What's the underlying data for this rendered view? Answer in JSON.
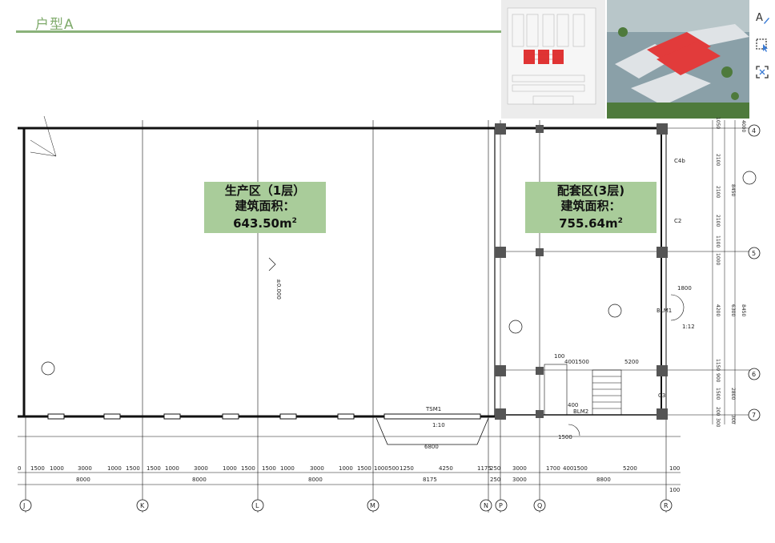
{
  "header": {
    "title": "户型A"
  },
  "zones": {
    "production": {
      "name": "生产区（1层）",
      "area_label": "建筑面积：643.50m",
      "area_sup": "2"
    },
    "support": {
      "name": "配套区(3层)",
      "area_label": "建筑面积：755.64m",
      "area_sup": "2"
    }
  },
  "axes": {
    "bottom": [
      "J",
      "K",
      "L",
      "M",
      "N",
      "P",
      "Q",
      "R"
    ],
    "right": [
      "4",
      "5",
      "6",
      "7"
    ]
  },
  "dimensions": {
    "bottom_detail": [
      "0",
      "1500",
      "1000",
      "3000",
      "1000",
      "1500",
      "1500",
      "1000",
      "3000",
      "1000",
      "1500",
      "1500",
      "1000",
      "3000",
      "1000",
      "1500",
      "1000",
      "500",
      "1250",
      "4250",
      "1175",
      "250",
      "3000",
      "1700",
      "400",
      "1500",
      "5200",
      "100"
    ],
    "bottom_bays": [
      "8000",
      "8000",
      "8000",
      "8175",
      "250",
      "3000",
      "8800",
      "100"
    ],
    "right_detail": [
      "1050",
      "2100",
      "2100",
      "2100",
      "1100",
      "1000",
      "4200",
      "1150",
      "900",
      "1500",
      "200",
      "300"
    ],
    "right_totals": [
      "4000",
      "8450",
      "6300",
      "8450",
      "2800",
      "300"
    ],
    "inner": [
      "1800",
      "5200",
      "1500",
      "400",
      "6800",
      "1500",
      "100",
      "400"
    ]
  },
  "annotations": {
    "elevation": "±0.000",
    "marks": [
      "TSM1",
      "BLM2",
      "1:10",
      "C4b",
      "C3",
      "C2",
      "1:12",
      "BLM1"
    ]
  },
  "toolbar": {
    "items": [
      "text-annotate-icon",
      "region-select-icon",
      "fit-screen-icon"
    ]
  }
}
